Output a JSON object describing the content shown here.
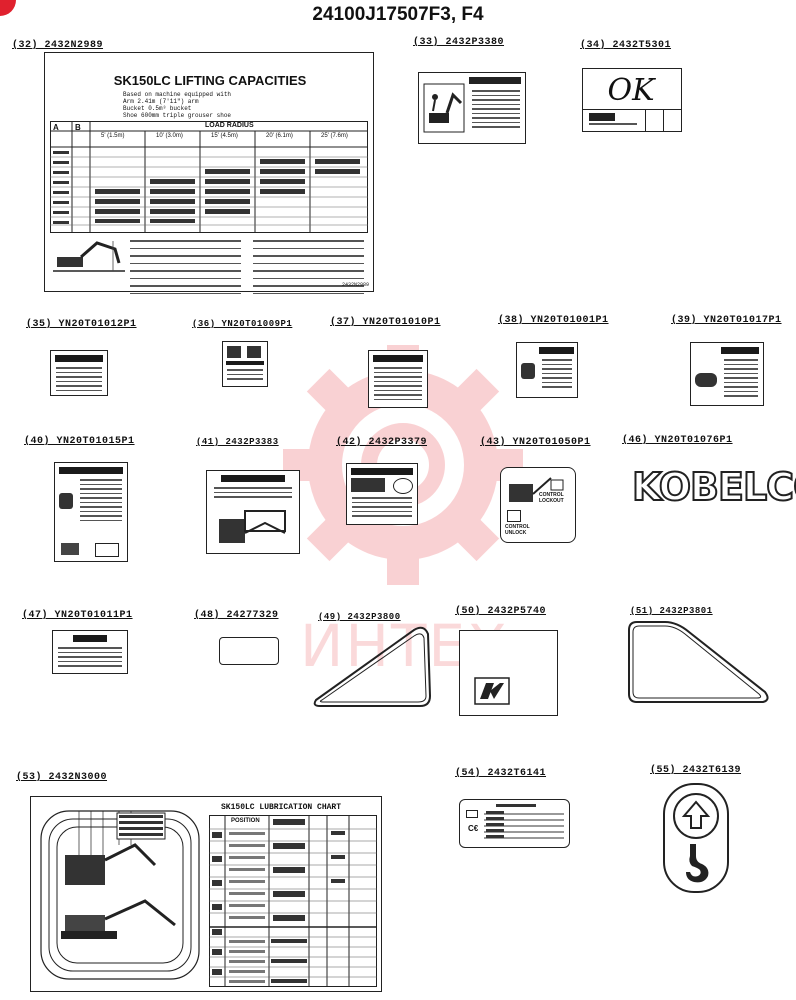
{
  "title": "24100J17507F3, F4",
  "watermark": {
    "text": "ИНТЕХ",
    "color": "#e8323a"
  },
  "parts": [
    {
      "no": "(32) 2432N2989"
    },
    {
      "no": "(33) 2432P3380"
    },
    {
      "no": "(34) 2432T5301"
    },
    {
      "no": "(35) YN20T01012P1"
    },
    {
      "no": "(36) YN20T01009P1"
    },
    {
      "no": "(37) YN20T01010P1"
    },
    {
      "no": "(38) YN20T01001P1"
    },
    {
      "no": "(39) YN20T01017P1"
    },
    {
      "no": "(40) YN20T01015P1"
    },
    {
      "no": "(41) 2432P3383"
    },
    {
      "no": "(42) 2432P3379"
    },
    {
      "no": "(43) YN20T01050P1"
    },
    {
      "no": "(46) YN20T01076P1"
    },
    {
      "no": "(47) YN20T01011P1"
    },
    {
      "no": "(48) 24277329"
    },
    {
      "no": "(49) 2432P3800"
    },
    {
      "no": "(50) 2432P5740"
    },
    {
      "no": "(51) 2432P3801"
    },
    {
      "no": "(53) 2432N3000"
    },
    {
      "no": "(54) 2432T6141"
    },
    {
      "no": "(55) 2432T6139"
    }
  ],
  "lifting": {
    "heading": "SK150LC   LIFTING CAPACITIES",
    "sub1": "Based on machine equipped with",
    "sub2": "Arm    2.41m (7'11\") arm",
    "sub3": "Bucket 0.5m³ bucket",
    "sub4": "Shoe   600mm triple grouser shoe",
    "load_radius": "LOAD RADIUS",
    "col_a": "A",
    "col_b": "B",
    "radii": [
      "5' (1.5m)",
      "10' (3.0m)",
      "15' (4.5m)",
      "20' (6.1m)",
      "25' (7.6m)"
    ],
    "partno": "2432N2989"
  },
  "ok_mark": "OK",
  "kobelco_logo": "KOBELCO",
  "lock": {
    "control_lock": "CONTROL LOCKOUT",
    "control_unlock": "CONTROL UNLOCK"
  },
  "lube": {
    "heading": "SK150LC LUBRICATION CHART",
    "position": "POSITION"
  }
}
